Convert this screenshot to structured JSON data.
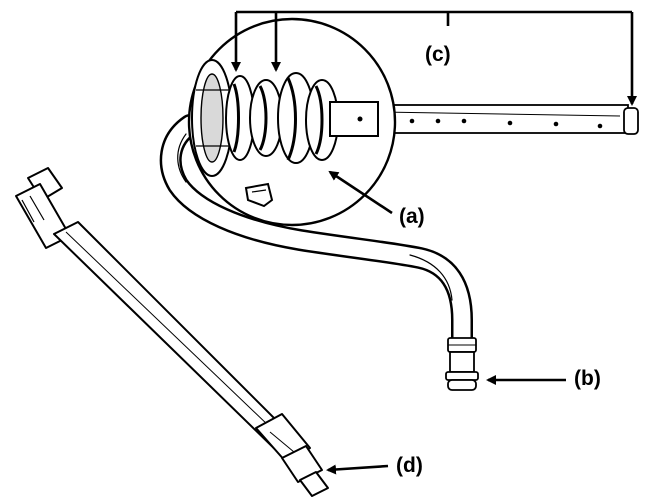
{
  "callouts": {
    "a": "(a)",
    "b": "(b)",
    "c": "(c)",
    "d": "(d)"
  },
  "colors": {
    "line": "#000000",
    "fill": "#ffffff",
    "shade": "#d9d9d9"
  }
}
